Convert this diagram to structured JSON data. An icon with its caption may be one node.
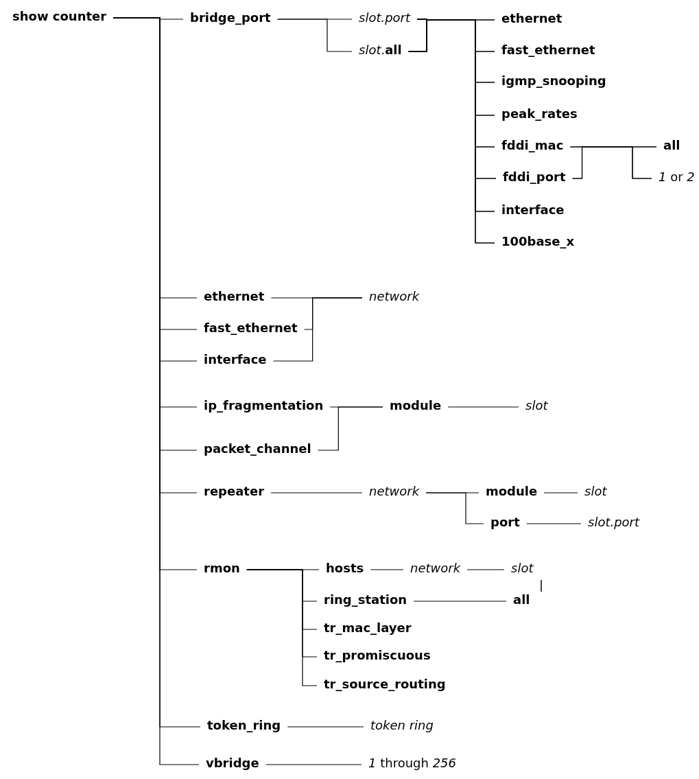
{
  "diagram": {
    "nodes": [
      {
        "text": [
          "show counter"
        ]
      },
      {
        "text": [
          "bridge_port"
        ]
      },
      {
        "text": [
          "slot.port"
        ]
      },
      {
        "text": [
          "*slot*.**all**"
        ]
      },
      {
        "text": [
          "ethernet"
        ]
      },
      {
        "text": [
          "fast_ethernet"
        ]
      },
      {
        "text": [
          "igmp_snooping"
        ]
      },
      {
        "text": [
          "peak_rates"
        ]
      },
      {
        "text": [
          "fddi_mac"
        ]
      },
      {
        "text": [
          "fddi_port"
        ]
      },
      {
        "text": [
          "interface"
        ]
      },
      {
        "text": [
          "100base_x"
        ]
      },
      {
        "text": [
          "all"
        ]
      },
      {
        "text": [
          "*1* or *2*"
        ]
      },
      {
        "text": [
          "ethernet"
        ]
      },
      {
        "text": [
          "fast_ethernet"
        ]
      },
      {
        "text": [
          "interface"
        ]
      },
      {
        "text": [
          "network"
        ]
      },
      {
        "text": [
          "ip_fragmentation"
        ]
      },
      {
        "text": [
          "packet_channel"
        ]
      },
      {
        "text": [
          "module"
        ]
      },
      {
        "text": [
          "slot"
        ]
      },
      {
        "text": [
          "repeater"
        ]
      },
      {
        "text": [
          "network"
        ]
      },
      {
        "text": [
          "module"
        ]
      },
      {
        "text": [
          "slot"
        ]
      },
      {
        "text": [
          "port"
        ]
      },
      {
        "text": [
          "slot.port"
        ]
      },
      {
        "text": [
          "rmon"
        ]
      },
      {
        "text": [
          "hosts"
        ]
      },
      {
        "text": [
          "network"
        ]
      },
      {
        "text": [
          "slot"
        ]
      },
      {
        "text": [
          "ring_station"
        ]
      },
      {
        "text": [
          "all"
        ]
      },
      {
        "text": [
          "tr_mac_layer"
        ]
      },
      {
        "text": [
          "tr_promiscuous"
        ]
      },
      {
        "text": [
          "tr_source_routing"
        ]
      },
      {
        "text": [
          "token_ring"
        ]
      },
      {
        "text": [
          "token ring"
        ]
      },
      {
        "text": [
          "vbridge"
        ]
      },
      {
        "text": [
          "*1* through *256*"
        ]
      }
    ],
    "edges": [
      {
        "from": 0,
        "to": 1,
        "arrow": "none"
      },
      {
        "from": 0,
        "to": 14,
        "arrow": "none"
      },
      {
        "from": 0,
        "to": 15,
        "arrow": "none"
      },
      {
        "from": 0,
        "to": 16,
        "arrow": "none"
      },
      {
        "from": 0,
        "to": 18,
        "arrow": "none"
      },
      {
        "from": 0,
        "to": 19,
        "arrow": "none"
      },
      {
        "from": 0,
        "to": 22,
        "arrow": "none"
      },
      {
        "from": 0,
        "to": 28,
        "arrow": "none"
      },
      {
        "from": 0,
        "to": 37,
        "arrow": "none"
      },
      {
        "from": 0,
        "to": 39,
        "arrow": "none"
      },
      {
        "from": 1,
        "to": 2,
        "arrow": "none"
      },
      {
        "from": 1,
        "to": 3,
        "arrow": "none"
      },
      {
        "from": 2,
        "to": 4,
        "arrow": "none"
      },
      {
        "from": 2,
        "to": 5,
        "arrow": "none"
      },
      {
        "from": 2,
        "to": 6,
        "arrow": "none"
      },
      {
        "from": 2,
        "to": 7,
        "arrow": "none"
      },
      {
        "from": 2,
        "to": 8,
        "arrow": "none"
      },
      {
        "from": 2,
        "to": 9,
        "arrow": "none"
      },
      {
        "from": 2,
        "to": 10,
        "arrow": "none"
      },
      {
        "from": 2,
        "to": 11,
        "arrow": "none"
      },
      {
        "from": 3,
        "to": 4,
        "arrow": "none"
      },
      {
        "from": 3,
        "to": 5,
        "arrow": "none"
      },
      {
        "from": 3,
        "to": 6,
        "arrow": "none"
      },
      {
        "from": 3,
        "to": 7,
        "arrow": "none"
      },
      {
        "from": 3,
        "to": 8,
        "arrow": "none"
      },
      {
        "from": 3,
        "to": 9,
        "arrow": "none"
      },
      {
        "from": 3,
        "to": 10,
        "arrow": "none"
      },
      {
        "from": 3,
        "to": 11,
        "arrow": "none"
      },
      {
        "from": 8,
        "to": 12,
        "arrow": "none"
      },
      {
        "from": 8,
        "to": 13,
        "arrow": "none"
      },
      {
        "from": 9,
        "to": 12,
        "arrow": "none"
      },
      {
        "from": 9,
        "to": 13,
        "arrow": "none"
      },
      {
        "from": 14,
        "to": 17,
        "arrow": "none"
      },
      {
        "from": 15,
        "to": 17,
        "arrow": "none"
      },
      {
        "from": 16,
        "to": 17,
        "arrow": "none"
      },
      {
        "from": 18,
        "to": 20,
        "arrow": "none"
      },
      {
        "from": 19,
        "to": 20,
        "arrow": "none"
      },
      {
        "from": 20,
        "to": 21,
        "arrow": "none"
      },
      {
        "from": 22,
        "to": 23,
        "arrow": "none"
      },
      {
        "from": 23,
        "to": 24,
        "arrow": "none"
      },
      {
        "from": 23,
        "to": 26,
        "arrow": "none"
      },
      {
        "from": 24,
        "to": 25,
        "arrow": "none"
      },
      {
        "from": 26,
        "to": 27,
        "arrow": "none"
      },
      {
        "from": 28,
        "to": 29,
        "arrow": "none"
      },
      {
        "from": 28,
        "to": 32,
        "arrow": "none"
      },
      {
        "from": 28,
        "to": 34,
        "arrow": "none"
      },
      {
        "from": 28,
        "to": 35,
        "arrow": "none"
      },
      {
        "from": 28,
        "to": 36,
        "arrow": "none"
      },
      {
        "from": 29,
        "to": 30,
        "arrow": "none"
      },
      {
        "from": 30,
        "to": 31,
        "arrow": "none"
      },
      {
        "from": 32,
        "to": 33,
        "arrow": "none"
      },
      {
        "from": 37,
        "to": 38,
        "arrow": "none"
      },
      {
        "from": 39,
        "to": 40,
        "arrow": "none"
      }
    ]
  }
}
